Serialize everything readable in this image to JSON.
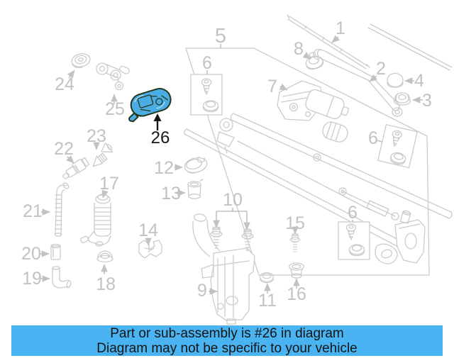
{
  "colors": {
    "bg": "#ffffff",
    "diagram-line": "#cbcbcb",
    "callout-gray": "#c2c2c2",
    "callout-black": "#161616",
    "highlight-fill": "#49ade4",
    "highlight-outline": "#26351c",
    "banner-bg": "#4ab4f2",
    "banner-text": "#141414"
  },
  "diagram": {
    "highlighted_part_number": "26",
    "callouts": {
      "c1": "1",
      "c2": "2",
      "c3": "3",
      "c4": "4",
      "c5": "5",
      "c6a": "6",
      "c6b": "6",
      "c6c": "6",
      "c7": "7",
      "c8": "8",
      "c9": "9",
      "c10": "10",
      "c11": "11",
      "c12": "12",
      "c13": "13",
      "c14": "14",
      "c15": "15",
      "c16": "16",
      "c17": "17",
      "c18": "18",
      "c19": "19",
      "c20": "20",
      "c21": "21",
      "c22": "22",
      "c23": "23",
      "c24": "24",
      "c25": "25",
      "c26": "26"
    }
  },
  "banner": {
    "line1": "Part or sub-assembly is #26 in diagram",
    "line2": "Diagram may not be specific to your vehicle"
  }
}
